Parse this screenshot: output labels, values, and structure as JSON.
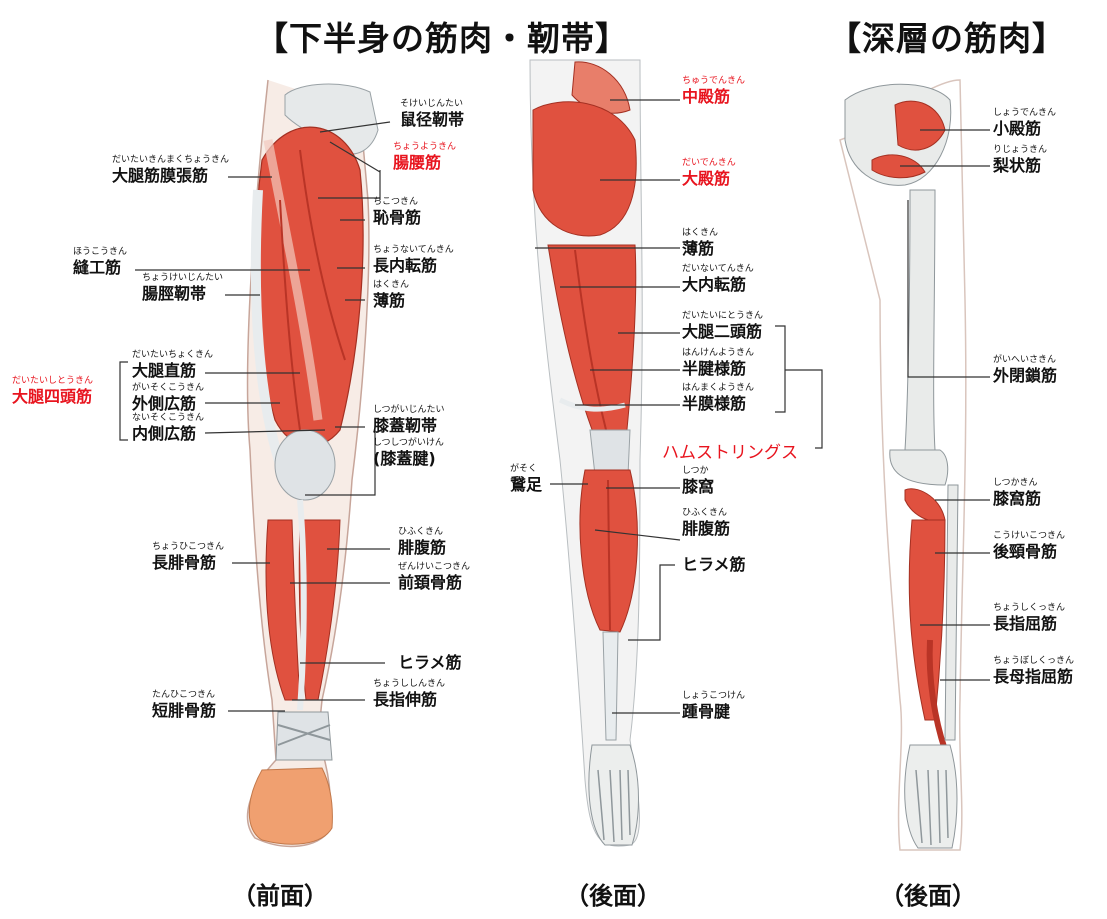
{
  "headers": {
    "main": "【下半身の筋肉・靭帯】",
    "deep": "【深層の筋肉】"
  },
  "captions": {
    "front": "（前面）",
    "back": "（後面）",
    "deep_back": "（後面）"
  },
  "colors": {
    "muscle": "#e0513f",
    "muscle_dark": "#b93426",
    "tendon": "#dfe3e6",
    "bone": "#e9ebea",
    "skin": "#f0a070",
    "highlight_text": "#e8141e",
    "line": "#333333"
  },
  "front": {
    "groin_ligament": {
      "ruby": "そけいじんたい",
      "name": "鼠径靭帯"
    },
    "iliopsoas": {
      "ruby": "ちょうようきん",
      "name": "腸腰筋"
    },
    "tensor_fasciae_latae": {
      "ruby": "だいたいきんまくちょうきん",
      "name": "大腿筋膜張筋"
    },
    "pectineus": {
      "ruby": "ちこつきん",
      "name": "恥骨筋"
    },
    "sartorius": {
      "ruby": "ほうこうきん",
      "name": "縫工筋"
    },
    "adductor_longus": {
      "ruby": "ちょうないてんきん",
      "name": "長内転筋"
    },
    "iliotibial_tract": {
      "ruby": "ちょうけいじんたい",
      "name": "腸脛靭帯"
    },
    "gracilis": {
      "ruby": "はくきん",
      "name": "薄筋"
    },
    "quadriceps": {
      "ruby": "だいたいしとうきん",
      "name": "大腿四頭筋"
    },
    "rectus_femoris": {
      "ruby": "だいたいちょくきん",
      "name": "大腿直筋"
    },
    "vastus_lateralis": {
      "ruby": "がいそくこうきん",
      "name": "外側広筋"
    },
    "vastus_medialis": {
      "ruby": "ないそくこうきん",
      "name": "内側広筋"
    },
    "patellar_ligament": {
      "ruby": "しつがいじんたい",
      "name": "膝蓋靭帯"
    },
    "patellar_tendon": {
      "ruby": "しつしつがいけん",
      "name": "(膝蓋腱)"
    },
    "gastrocnemius": {
      "ruby": "ひふくきん",
      "name": "腓腹筋"
    },
    "peroneus_longus": {
      "ruby": "ちょうひこつきん",
      "name": "長腓骨筋"
    },
    "tibialis_anterior": {
      "ruby": "ぜんけいこつきん",
      "name": "前頚骨筋"
    },
    "soleus": {
      "name": "ヒラメ筋"
    },
    "peroneus_brevis": {
      "ruby": "たんひこつきん",
      "name": "短腓骨筋"
    },
    "extensor_digitorum_longus": {
      "ruby": "ちょうししんきん",
      "name": "長指伸筋"
    }
  },
  "back": {
    "gluteus_medius": {
      "ruby": "ちゅうでんきん",
      "name": "中殿筋"
    },
    "gluteus_maximus": {
      "ruby": "だいでんきん",
      "name": "大殿筋"
    },
    "gracilis": {
      "ruby": "はくきん",
      "name": "薄筋"
    },
    "adductor_magnus": {
      "ruby": "だいないてんきん",
      "name": "大内転筋"
    },
    "biceps_femoris": {
      "ruby": "だいたいにとうきん",
      "name": "大腿二頭筋"
    },
    "semitendinosus": {
      "ruby": "はんけんようきん",
      "name": "半腱様筋"
    },
    "semimembranosus": {
      "ruby": "はんまくようきん",
      "name": "半膜様筋"
    },
    "hamstrings": "ハムストリングス",
    "pes_anserinus": {
      "ruby": "がそく",
      "name": "鵞足"
    },
    "popliteal_fossa": {
      "ruby": "しつか",
      "name": "膝窩"
    },
    "gastrocnemius": {
      "ruby": "ひふくきん",
      "name": "腓腹筋"
    },
    "soleus": {
      "name": "ヒラメ筋"
    },
    "achilles": {
      "ruby": "しょうこつけん",
      "name": "踵骨腱"
    }
  },
  "deep": {
    "gluteus_minimus": {
      "ruby": "しょうでんきん",
      "name": "小殿筋"
    },
    "piriformis": {
      "ruby": "りじょうきん",
      "name": "梨状筋"
    },
    "obturator_externus": {
      "ruby": "がいへいさきん",
      "name": "外閉鎖筋"
    },
    "popliteus": {
      "ruby": "しつかきん",
      "name": "膝窩筋"
    },
    "tibialis_posterior": {
      "ruby": "こうけいこつきん",
      "name": "後頸骨筋"
    },
    "flexor_digitorum_longus": {
      "ruby": "ちょうしくっきん",
      "name": "長指屈筋"
    },
    "flexor_hallucis_longus": {
      "ruby": "ちょうぼしくっきん",
      "name": "長母指屈筋"
    }
  }
}
